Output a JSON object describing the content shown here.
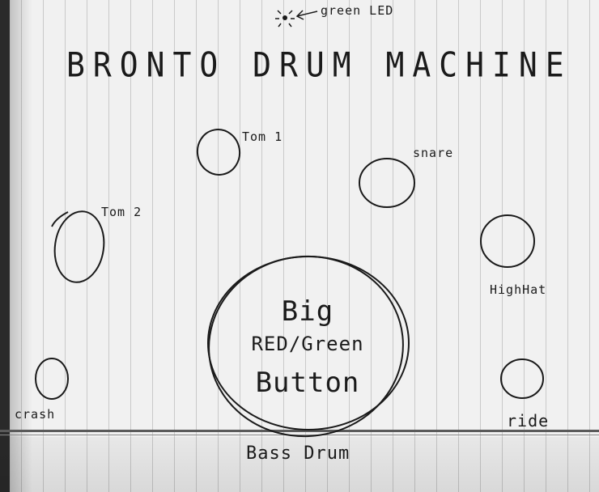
{
  "title": "BRONTO DRUM MACHINE",
  "led": {
    "label": "green LED"
  },
  "pads": {
    "tom1": "Tom 1",
    "snare": "snare",
    "tom2": "Tom 2",
    "highhat": "HighHat",
    "crash": "crash",
    "ride": "ride"
  },
  "big_button": {
    "line1": "Big",
    "line2": "RED/Green",
    "line3": "Button",
    "label": "Bass Drum"
  }
}
